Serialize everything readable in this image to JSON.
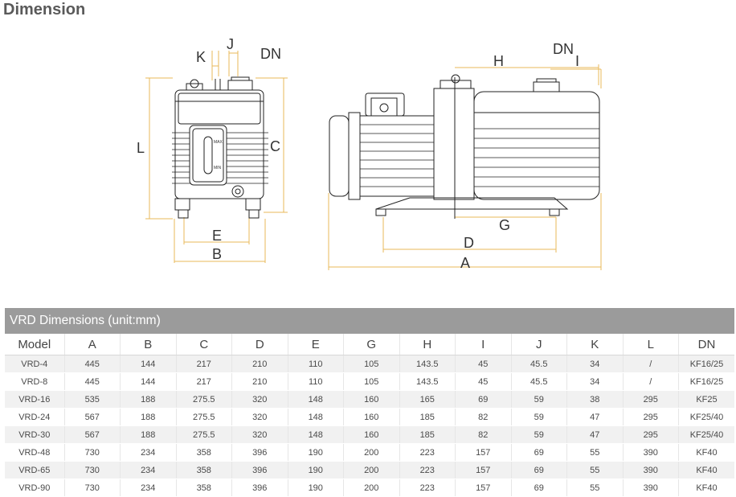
{
  "page": {
    "heading": "Dimension"
  },
  "drawing": {
    "front_labels": {
      "K": "K",
      "J": "J",
      "DN": "DN",
      "L": "L",
      "C": "C",
      "E": "E",
      "B": "B"
    },
    "front_gauge": {
      "max": "MAX",
      "min": "MIN"
    },
    "side_labels": {
      "H": "H",
      "DN": "DN",
      "I": "I",
      "G": "G",
      "D": "D",
      "A": "A"
    }
  },
  "table": {
    "title": "VRD  Dimensions (unit:mm)",
    "columns": [
      "Model",
      "A",
      "B",
      "C",
      "D",
      "E",
      "G",
      "H",
      "I",
      "J",
      "K",
      "L",
      "DN"
    ],
    "rows": [
      [
        "VRD-4",
        "445",
        "144",
        "217",
        "210",
        "110",
        "105",
        "143.5",
        "45",
        "45.5",
        "34",
        "/",
        "KF16/25"
      ],
      [
        "VRD-8",
        "445",
        "144",
        "217",
        "210",
        "110",
        "105",
        "143.5",
        "45",
        "45.5",
        "34",
        "/",
        "KF16/25"
      ],
      [
        "VRD-16",
        "535",
        "188",
        "275.5",
        "320",
        "148",
        "160",
        "165",
        "69",
        "59",
        "38",
        "295",
        "KF25"
      ],
      [
        "VRD-24",
        "567",
        "188",
        "275.5",
        "320",
        "148",
        "160",
        "185",
        "82",
        "59",
        "47",
        "295",
        "KF25/40"
      ],
      [
        "VRD-30",
        "567",
        "188",
        "275.5",
        "320",
        "148",
        "160",
        "185",
        "82",
        "59",
        "47",
        "295",
        "KF25/40"
      ],
      [
        "VRD-48",
        "730",
        "234",
        "358",
        "396",
        "190",
        "200",
        "223",
        "157",
        "69",
        "55",
        "390",
        "KF40"
      ],
      [
        "VRD-65",
        "730",
        "234",
        "358",
        "396",
        "190",
        "200",
        "223",
        "157",
        "69",
        "55",
        "390",
        "KF40"
      ],
      [
        "VRD-90",
        "730",
        "234",
        "358",
        "396",
        "190",
        "200",
        "223",
        "157",
        "69",
        "55",
        "390",
        "KF40"
      ]
    ]
  },
  "colors": {
    "dimension_line": "#e8b85a",
    "outline": "#222222",
    "title_bar": "#9b9b9b",
    "stripe": "#f1f1f1"
  }
}
